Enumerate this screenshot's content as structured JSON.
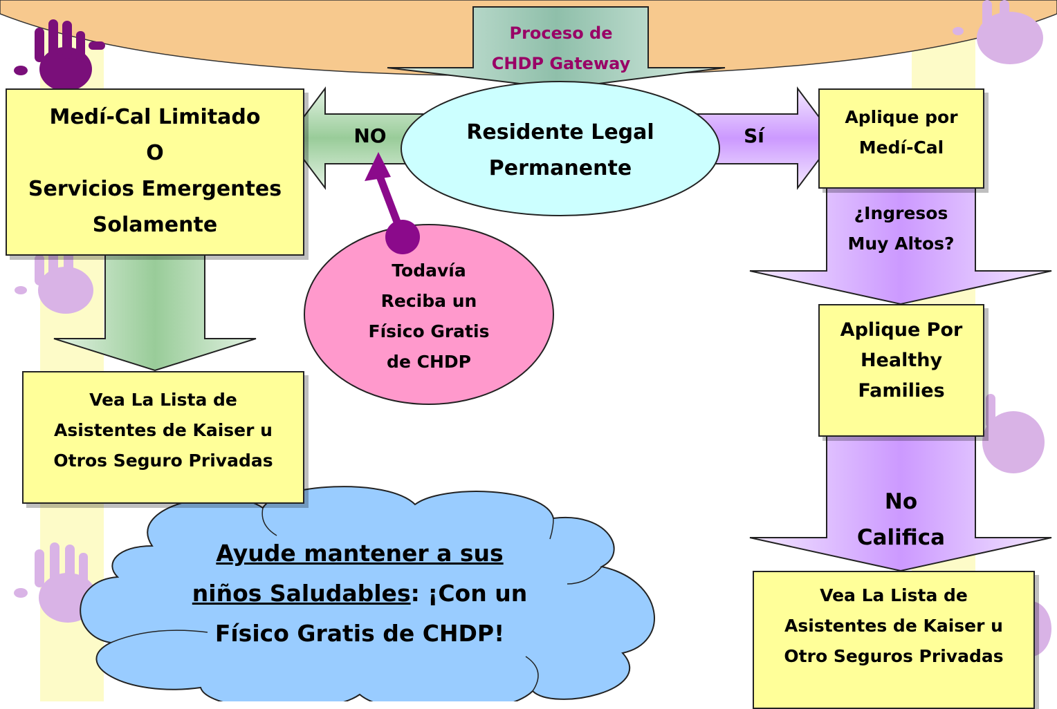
{
  "colors": {
    "top_banner": "#f7c98e",
    "note_box": "#ffff99",
    "stripe": "#fdfbc8",
    "oval": "#ccffff",
    "pink_circle": "#ff99cc",
    "cloud": "#99ccff",
    "arrow_green": "#99cc99",
    "arrow_purple": "#cc99ff",
    "pointer_purple": "#8b0a8b",
    "hand_dark": "#7a0f7a",
    "hand_light": "#d9b3e6",
    "title_text": "#990066"
  },
  "gateway": {
    "line1": "Proceso de",
    "line2": "CHDP Gateway"
  },
  "center_oval": {
    "line1": "Residente Legal",
    "line2": "Permanente"
  },
  "left_arrow": {
    "label": "NO"
  },
  "right_arrow": {
    "label": "Sí"
  },
  "left_box": {
    "line1": "Medí-Cal Limitado",
    "line2": "O",
    "line3": "Servicios Emergentes",
    "line4": "Solamente"
  },
  "left_lower_box": {
    "line1": "Vea La Lista de",
    "line2": "Asistentes de Kaiser u",
    "line3": "Otros Seguro Privadas"
  },
  "pink_note": {
    "line1": "Todavía",
    "line2": "Reciba un",
    "line3": "Físico Gratis",
    "line4": "de CHDP"
  },
  "right_top_box": {
    "line1": "Aplique por",
    "line2": "Medí-Cal"
  },
  "income_arrow": {
    "line1": "¿Ingresos",
    "line2": "Muy Altos?"
  },
  "right_mid_box": {
    "line1": "Aplique Por",
    "line2": "Healthy",
    "line3": "Families"
  },
  "no_califica_arrow": {
    "line1": "No",
    "line2": "Califica"
  },
  "right_bottom_box": {
    "line1": "Vea La Lista de",
    "line2": "Asistentes de Kaiser u",
    "line3": "Otro Seguros Privadas"
  },
  "cloud": {
    "line1": "Ayude mantener a sus",
    "line2_underlined": "niños Saludables",
    "line2_rest": ": ¡Con un",
    "line3": "Físico Gratis de CHDP!"
  },
  "icons": [
    "hand-print-icon",
    "hand-print-icon",
    "hand-print-icon",
    "hand-print-icon",
    "hand-print-icon"
  ]
}
